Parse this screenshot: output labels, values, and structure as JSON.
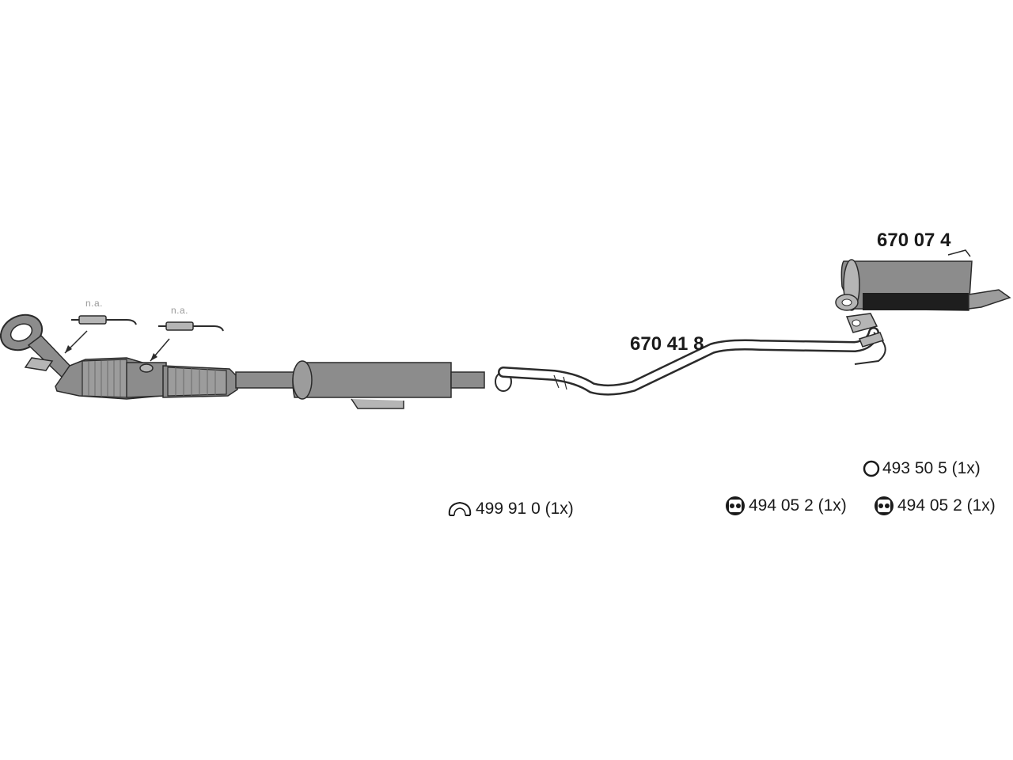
{
  "parts": {
    "rear_silencer": "670 07 4",
    "middle_pipe": "670 41 8"
  },
  "sensor_notes": [
    "n.a.",
    "n.a."
  ],
  "accessories": [
    {
      "icon": "rubber-ring-icon",
      "label": "493 50 5 (1x)"
    },
    {
      "icon": "clamp-icon",
      "label": "499 91 0 (1x)"
    },
    {
      "icon": "rubber-mount-icon",
      "label": "494 05 2 (1x)"
    },
    {
      "icon": "rubber-mount-icon",
      "label": "494 05 2 (1x)"
    }
  ],
  "colors": {
    "part_fill": "#8c8c8c",
    "part_light": "#b5b5b5",
    "outline": "#2b2b2b",
    "band": "#1e1e1e"
  }
}
